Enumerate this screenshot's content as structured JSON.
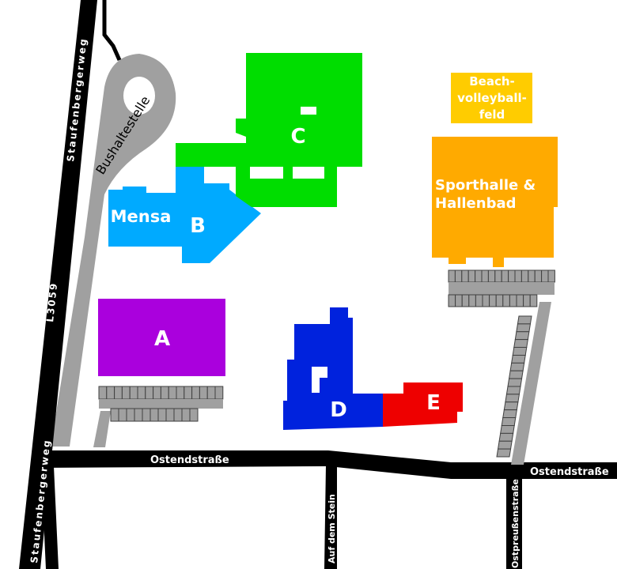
{
  "colors": {
    "road": "#000000",
    "path": "#a0a0a0",
    "parking_fill": "#a0a0a0",
    "parking_line": "#404040",
    "building_a": "#aa00dd",
    "building_b": "#00aaff",
    "building_c": "#00dd00",
    "building_d": "#0022dd",
    "building_e": "#ee0000",
    "sporthalle": "#ffaa00",
    "beach": "#ffcc00"
  },
  "buildings": {
    "a": "A",
    "b": "B",
    "c": "C",
    "d": "D",
    "e": "E",
    "mensa": "Mensa",
    "sporthalle_line1": "Sporthalle &",
    "sporthalle_line2": "Hallenbad",
    "beach_line1": "Beach-",
    "beach_line2": "volleyball-",
    "beach_line3": "feld"
  },
  "streets": {
    "staufenbergerweg_top": "Staufenbergerweg",
    "l3059": "L3059",
    "staufenbergerweg_bottom": "Staufenbergerweg",
    "ostendstrasse_left": "Ostendstraße",
    "ostendstrasse_right": "Ostendstraße",
    "auf_dem_stein": "Auf dem Stein",
    "ostpreussenstrasse": "Ostpreußenstraße"
  },
  "paths": {
    "bushaltestelle": "Bushaltestelle"
  }
}
